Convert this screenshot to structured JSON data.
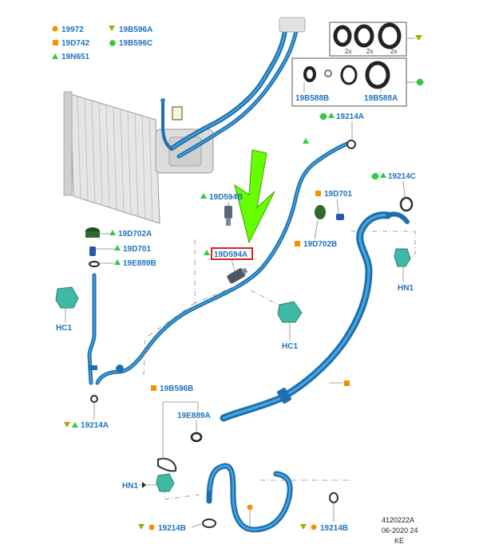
{
  "legend": {
    "items": [
      {
        "marker": "circle-orange",
        "code": "19972"
      },
      {
        "marker": "tri-olive-down",
        "code": "19B596A"
      },
      {
        "marker": "square-orange",
        "code": "19D742"
      },
      {
        "marker": "hex-green",
        "code": "19B596C"
      },
      {
        "marker": "tri-green",
        "code": "19N651"
      }
    ]
  },
  "kits": {
    "seals_qty": [
      "2x",
      "2x",
      "2x"
    ],
    "seal_left": "19B588B",
    "seal_right": "19B588A"
  },
  "callouts": {
    "c_19214A_top": "19214A",
    "c_19214C": "19214C",
    "c_19D701_right": "19D701",
    "c_19D702B": "19D702B",
    "c_19D594B": "19D594B",
    "c_19D594A": "19D594A",
    "c_19D702A": "19D702A",
    "c_19D701_left": "19D701",
    "c_19E889B": "19E889B",
    "c_HC1_left": "HC1",
    "c_HC1_mid": "HC1",
    "c_HN1_right": "HN1",
    "c_19214A_bottom": "19214A",
    "c_19B596B": "19B596B",
    "c_19E889A": "19E889A",
    "c_HN1_bottom": "HN1",
    "c_19214B_left": "19214B",
    "c_19214B_right": "19214B"
  },
  "meta": {
    "code": "4120222A",
    "date": "06-2020 24",
    "author": "KE"
  },
  "colors": {
    "pipe": "#1d6fae",
    "highlight_box": "#e02020",
    "arrow": "#66ff00",
    "orange": "#f39200",
    "green": "#2ecc40",
    "olive": "#a8a800"
  }
}
